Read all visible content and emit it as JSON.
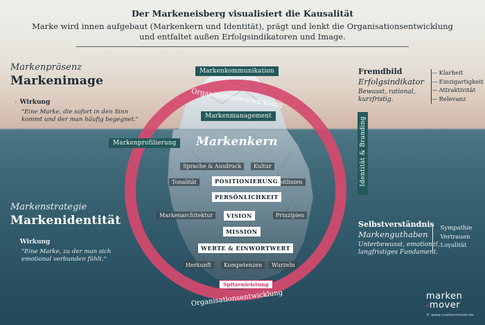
{
  "header": {
    "title": "Der Markeneisberg visualisiert die Kausalität",
    "subtitle_line1": "Marke wird innen aufgebaut (Markenkern und Identität), prägt und lenkt die Organisationsentwicklung",
    "subtitle_line2": "und entfaltet außen Erfolgsindikatoren und Image."
  },
  "left_top": {
    "italic": "Markenpräsenz",
    "title": "Markenimage",
    "wirkung_label": "Wirkung",
    "quote_line1": "\"Eine Marke, die sofort in den Sinn",
    "quote_line2": "kommt und der man häufig begegnet.\""
  },
  "left_bottom": {
    "italic": "Markenstrategie",
    "title": "Markenidentität",
    "wirkung_label": "Wirkung",
    "quote_line1": "\"Eine Marke, zu der man sich",
    "quote_line2": "emotional verbunden fühlt.\""
  },
  "right_top": {
    "title": "Fremdbild",
    "subtitle": "Erfolgsindikator",
    "desc_line1": "Bewusst, rational,",
    "desc_line2": "kurzfristig.",
    "items": [
      "Klarheit",
      "Einzigartigkeit",
      "Attraktivität",
      "Relevanz"
    ]
  },
  "right_bottom": {
    "title": "Selbstverständnis",
    "subtitle": "Markenguthaben",
    "desc_line1": "Unterbewusst, emotional,",
    "desc_line2": "langfristiges Fundament.",
    "items": [
      "Sympathie",
      "Vertrauen",
      "Loyalität"
    ]
  },
  "vertical_label": "Identität & Branding",
  "iceberg": {
    "kommunikation": "Markenkommunikation",
    "ring_top": "Organisationsentwicklung",
    "ring_bottom": "Organisationsentwicklung",
    "management": "Markenmanagement",
    "profilierung": "Markenprofilierung",
    "kern": "Markenkern",
    "chips": {
      "sprache": "Sprache & Ausdruck",
      "kultur": "Kultur",
      "tonalitaet": "Tonalität",
      "leitlinien": "Leitlinien",
      "architektur": "Markenarchitektur",
      "prinzipien": "Prinzipien",
      "herkunft": "Herkunft",
      "kompetenzen": "Kompetenzen",
      "wurzeln": "Wurzeln"
    },
    "core": {
      "positionierung": "POSITIONIERUNG",
      "persoenlichkeit": "PERSÖNLICHKEIT",
      "vision": "VISION",
      "mission": "MISSION",
      "werte": "WERTE & EINWORTWERT"
    },
    "spitzenleistung": "Spitzenleistung"
  },
  "logo": {
    "line1": "marken",
    "line2": "mover",
    "url": "© www.markenmover.de"
  },
  "colors": {
    "ring": "#d54a6e",
    "dark_label": "#23595a",
    "sky": "#e6e2da",
    "water": "#2f5868"
  }
}
